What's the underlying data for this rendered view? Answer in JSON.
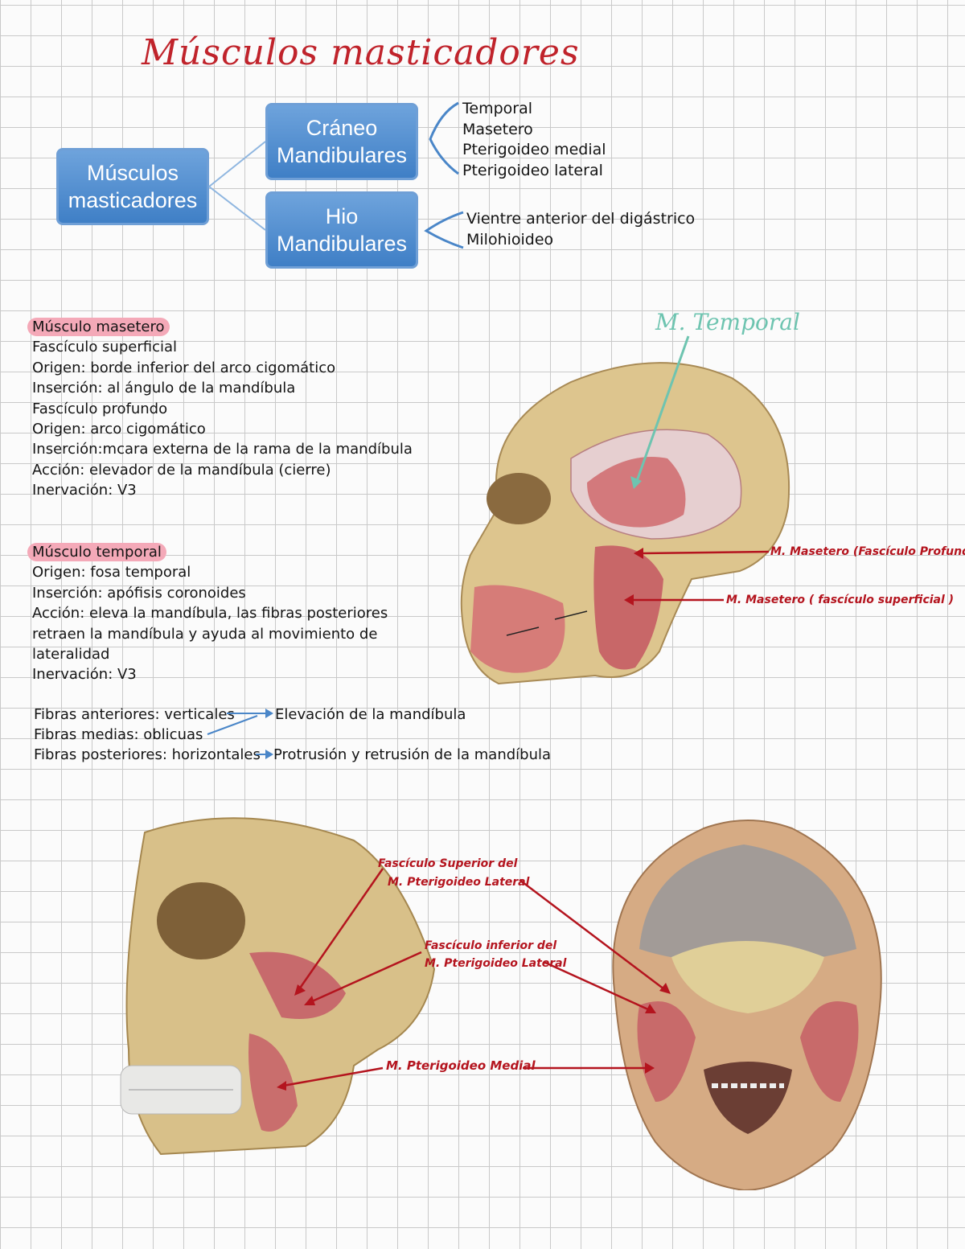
{
  "title": "Músculos masticadores",
  "diagram": {
    "root": "Músculos masticadores",
    "branch1": {
      "label": "Cráneo Mandibulares",
      "items": [
        "Temporal",
        "Masetero",
        "Pterigoideo medial",
        "Pterigoideo lateral"
      ]
    },
    "branch2": {
      "label": "Hio Mandibulares",
      "items": [
        "Vientre anterior del digástrico",
        "Milohioideo"
      ]
    },
    "accent": "#4a86c8"
  },
  "masetero": {
    "heading": "Músculo masetero",
    "lines": [
      "Fascículo superficial",
      "Origen: borde inferior del arco cigomático",
      "Inserción: al ángulo de la mandíbula",
      "Fascículo profundo",
      "Origen: arco cigomático",
      "Inserción:mcara externa de la rama de la mandíbula",
      "Acción: elevador de la mandíbula (cierre)",
      "Inervación: V3"
    ]
  },
  "temporal": {
    "heading": "Músculo temporal",
    "lines": [
      "Origen: fosa temporal",
      "Inserción: apófisis coronoides",
      "Acción: eleva la mandíbula, las fibras posteriores",
      "retraen la mandíbula y ayuda al movimiento de",
      "lateralidad",
      "Inervación: V3"
    ]
  },
  "fibras": {
    "anteriores": "Fibras anteriores: verticales",
    "medias": "Fibras medias: oblicuas",
    "posteriores": "Fibras posteriores: horizontales",
    "result1": "Elevación de la mandíbula",
    "result2": "Protrusión y retrusión de la mandíbula"
  },
  "annotations": {
    "temporal": "M. Temporal",
    "masetero_profundo": "M. Masetero (Fascículo Profundo)",
    "masetero_superficial": "M. Masetero ( fascículo superficial )",
    "pterigoideo_lat_sup_1": "Fascículo Superior del",
    "pterigoideo_lat_sup_2": "M. Pterigoideo Lateral",
    "pterigoideo_lat_inf_1": "Fascículo inferior del",
    "pterigoideo_lat_inf_2": "M. Pterigoideo Lateral",
    "pterigoideo_medial": "M. Pterigoideo Medial"
  },
  "colors": {
    "title_red": "#c0232b",
    "annotation_red": "#b4141e",
    "teal": "#6ec4b0",
    "highlight_pink": "#f4a9b8",
    "box_blue": "#4a86c8"
  }
}
